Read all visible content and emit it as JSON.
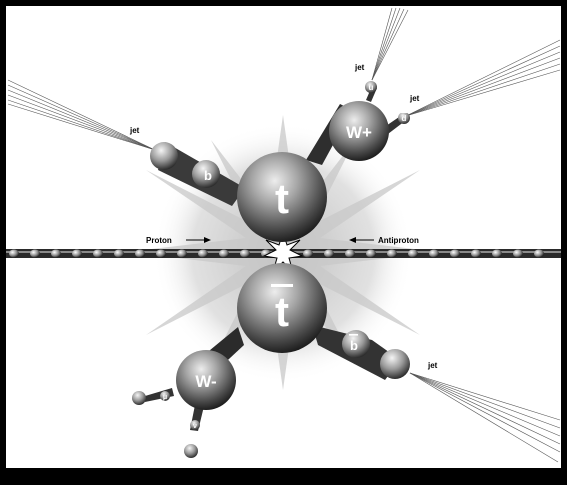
{
  "diagram": {
    "labels": {
      "jet": "jet",
      "proton": "Proton",
      "antiproton": "Antiproton",
      "top": "t",
      "antitop": "t",
      "w_plus": "W+",
      "w_minus": "W-",
      "b": "b",
      "b_bar": "b",
      "u": "u",
      "d_bar": "d",
      "mu": "μ",
      "nu": "ν"
    },
    "colors": {
      "frame": "#000000",
      "background": "#ffffff",
      "sphere_dark": "#1a1a1a",
      "sphere_light": "#e6e6e6",
      "glow": "#bdbdbd"
    }
  }
}
